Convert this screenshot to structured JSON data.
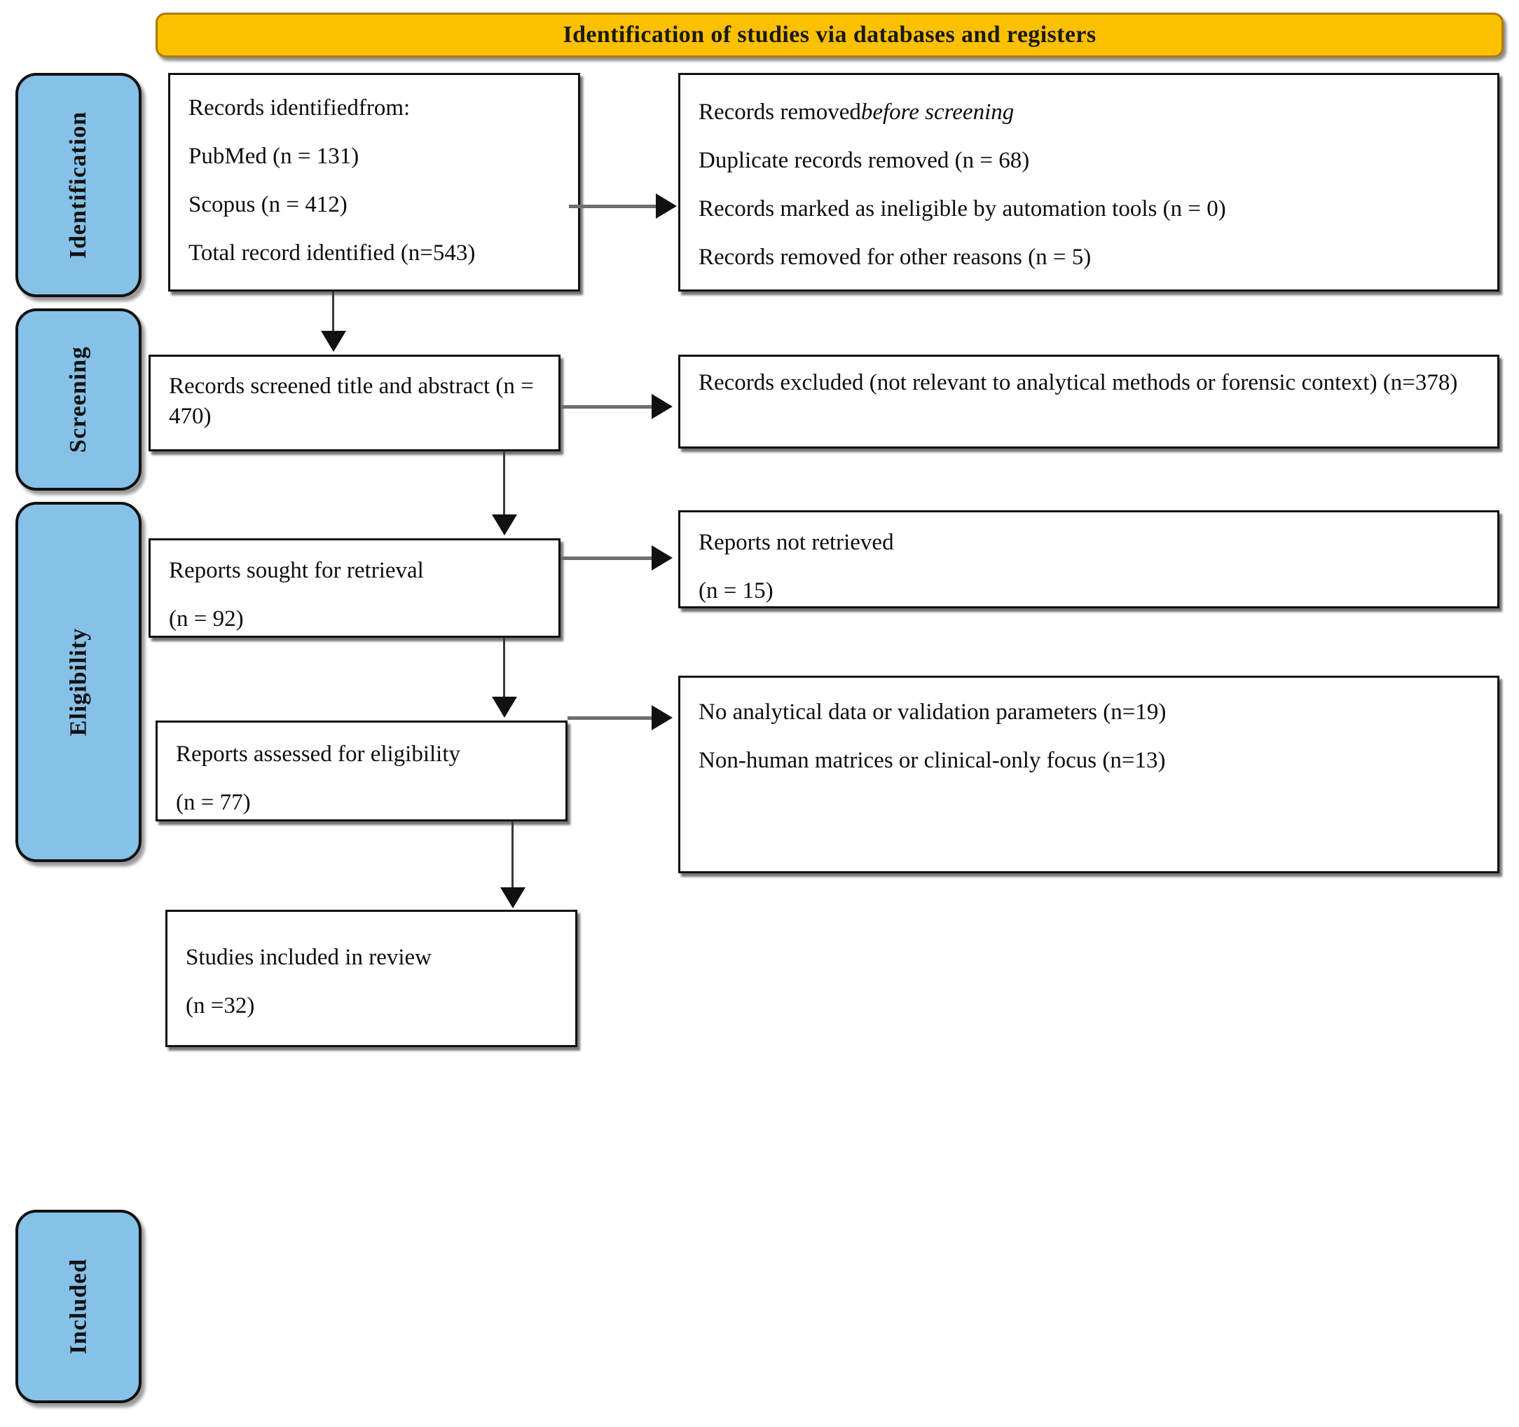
{
  "diagram": {
    "type": "PRISMA flow diagram",
    "banner": {
      "title": "Identification of studies via databases and registers"
    },
    "colors": {
      "banner_fill": "#FBC000",
      "banner_border": "#B07A0A",
      "stage_fill": "#86C1E8",
      "stage_border": "#111111",
      "box_fill": "#FFFFFF",
      "box_border": "#111111",
      "connector_line": "#6E6E6E",
      "arrowhead": "#111111"
    },
    "stages": [
      {
        "id": "identification",
        "label": "Identification"
      },
      {
        "id": "screening",
        "label": "Screening"
      },
      {
        "id": "eligibility",
        "label": "Eligibility"
      },
      {
        "id": "included",
        "label": "Included"
      }
    ],
    "boxes": {
      "identified": {
        "lines": [
          "Records identifiedfrom:",
          "PubMed (n = 131)",
          "Scopus (n = 412)",
          "Total record identified (n=543)"
        ]
      },
      "removed_before_screening": {
        "line1_plain": "Records removed",
        "line1_italic": "before screening",
        "lines": [
          "Duplicate records removed (n = 68)",
          "Records marked as ineligible by automation tools (n = 0)",
          "Records removed for other reasons (n = 5)"
        ]
      },
      "screened": {
        "lines": [
          "Records screened title and abstract (n = 470)"
        ]
      },
      "excluded": {
        "lines": [
          "Records excluded (not relevant to analytical methods or forensic context) (n=378)"
        ]
      },
      "sought": {
        "lines": [
          "Reports sought for retrieval",
          "(n = 92)"
        ]
      },
      "not_retrieved": {
        "lines": [
          "Reports not retrieved",
          "(n = 15)"
        ]
      },
      "assessed": {
        "lines": [
          "Reports assessed for eligibility",
          "(n = 77)"
        ]
      },
      "excluded_reasons": {
        "lines": [
          "No analytical data or validation parameters (n=19)",
          "Non-human matrices or clinical-only focus (n=13)"
        ]
      },
      "included": {
        "lines": [
          "Studies included in review",
          "(n =32)"
        ]
      }
    },
    "counts": {
      "pubmed": 131,
      "scopus": 412,
      "total_identified": 543,
      "duplicates_removed": 68,
      "ineligible_automation": 0,
      "removed_other": 5,
      "screened": 470,
      "screen_excluded": 378,
      "sought_for_retrieval": 92,
      "not_retrieved": 15,
      "assessed_eligibility": 77,
      "excluded_no_data": 19,
      "excluded_nonhuman": 13,
      "included_studies": 32
    }
  }
}
